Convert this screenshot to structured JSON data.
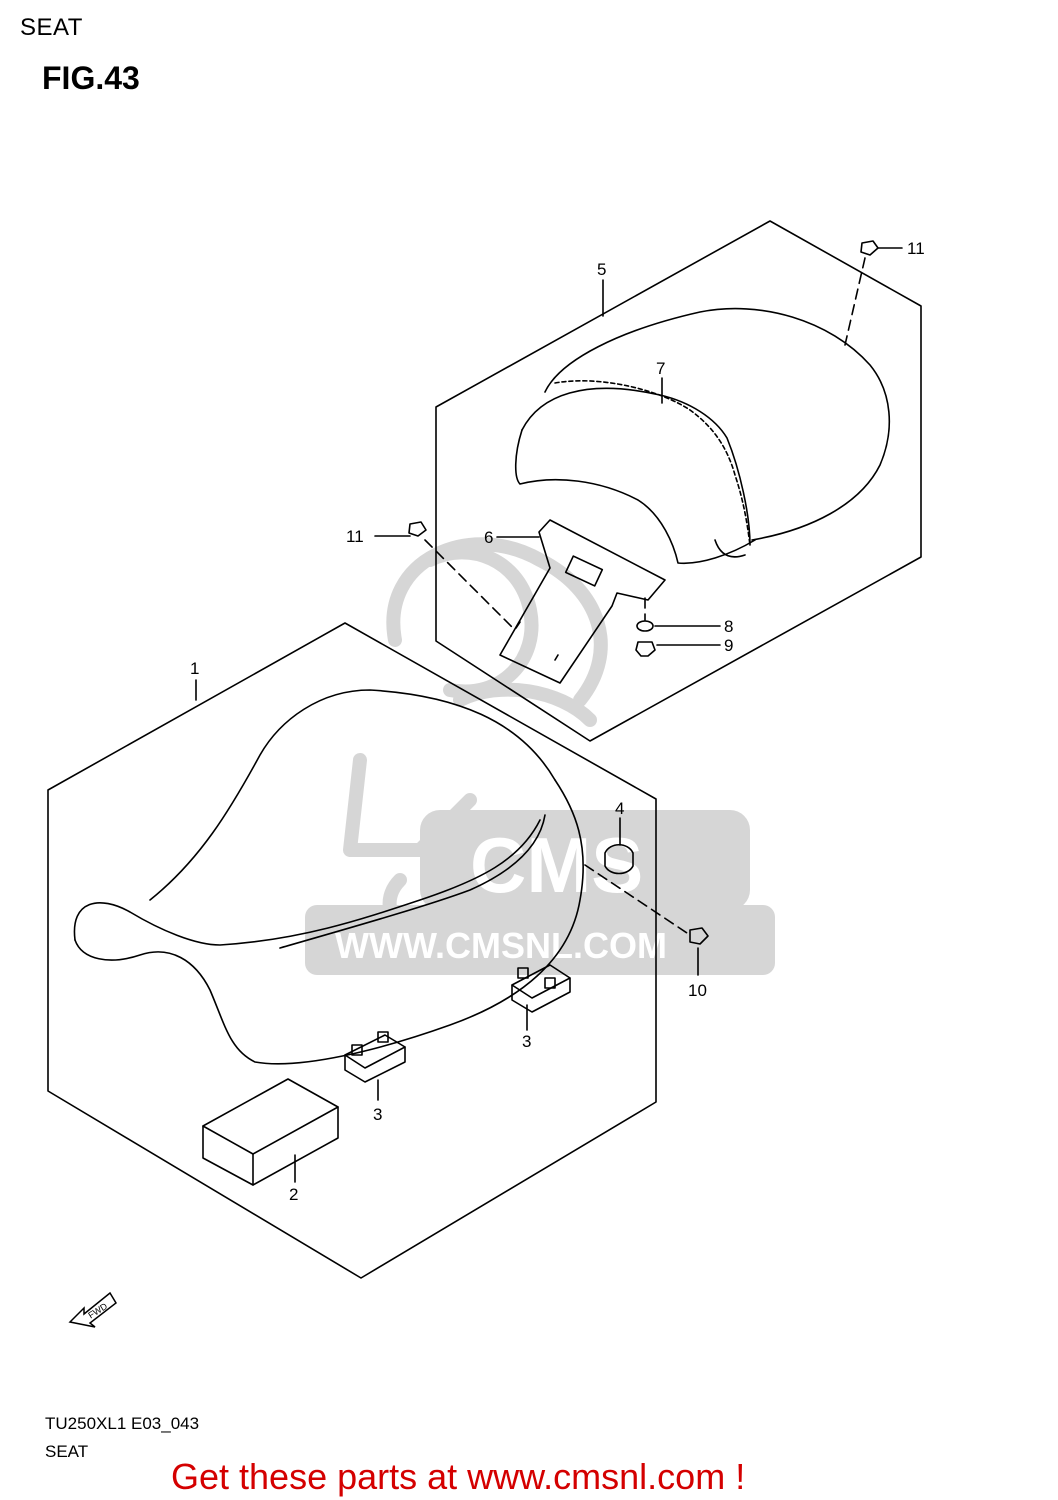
{
  "header": {
    "section_title": "SEAT",
    "figure": "FIG.43"
  },
  "watermark": {
    "text": "WWW.CMSNL.COM",
    "logo": "CMS"
  },
  "fwd_arrow": {
    "label": "FWD"
  },
  "callouts": [
    {
      "id": "c1",
      "text": "1"
    },
    {
      "id": "c2",
      "text": "2"
    },
    {
      "id": "c3a",
      "text": "3"
    },
    {
      "id": "c3b",
      "text": "3"
    },
    {
      "id": "c4",
      "text": "4"
    },
    {
      "id": "c5",
      "text": "5"
    },
    {
      "id": "c6",
      "text": "6"
    },
    {
      "id": "c7",
      "text": "7"
    },
    {
      "id": "c8",
      "text": "8"
    },
    {
      "id": "c9",
      "text": "9"
    },
    {
      "id": "c10",
      "text": "10"
    },
    {
      "id": "c11a",
      "text": "11"
    },
    {
      "id": "c11b",
      "text": "11"
    }
  ],
  "footer": {
    "model_code": "TU250XL1 E03_043",
    "diagram_name": "SEAT",
    "promo": "Get these parts at www.cmsnl.com !"
  },
  "colors": {
    "promo": "#d40000",
    "watermark": "#d6d6d6",
    "line": "#000000"
  }
}
